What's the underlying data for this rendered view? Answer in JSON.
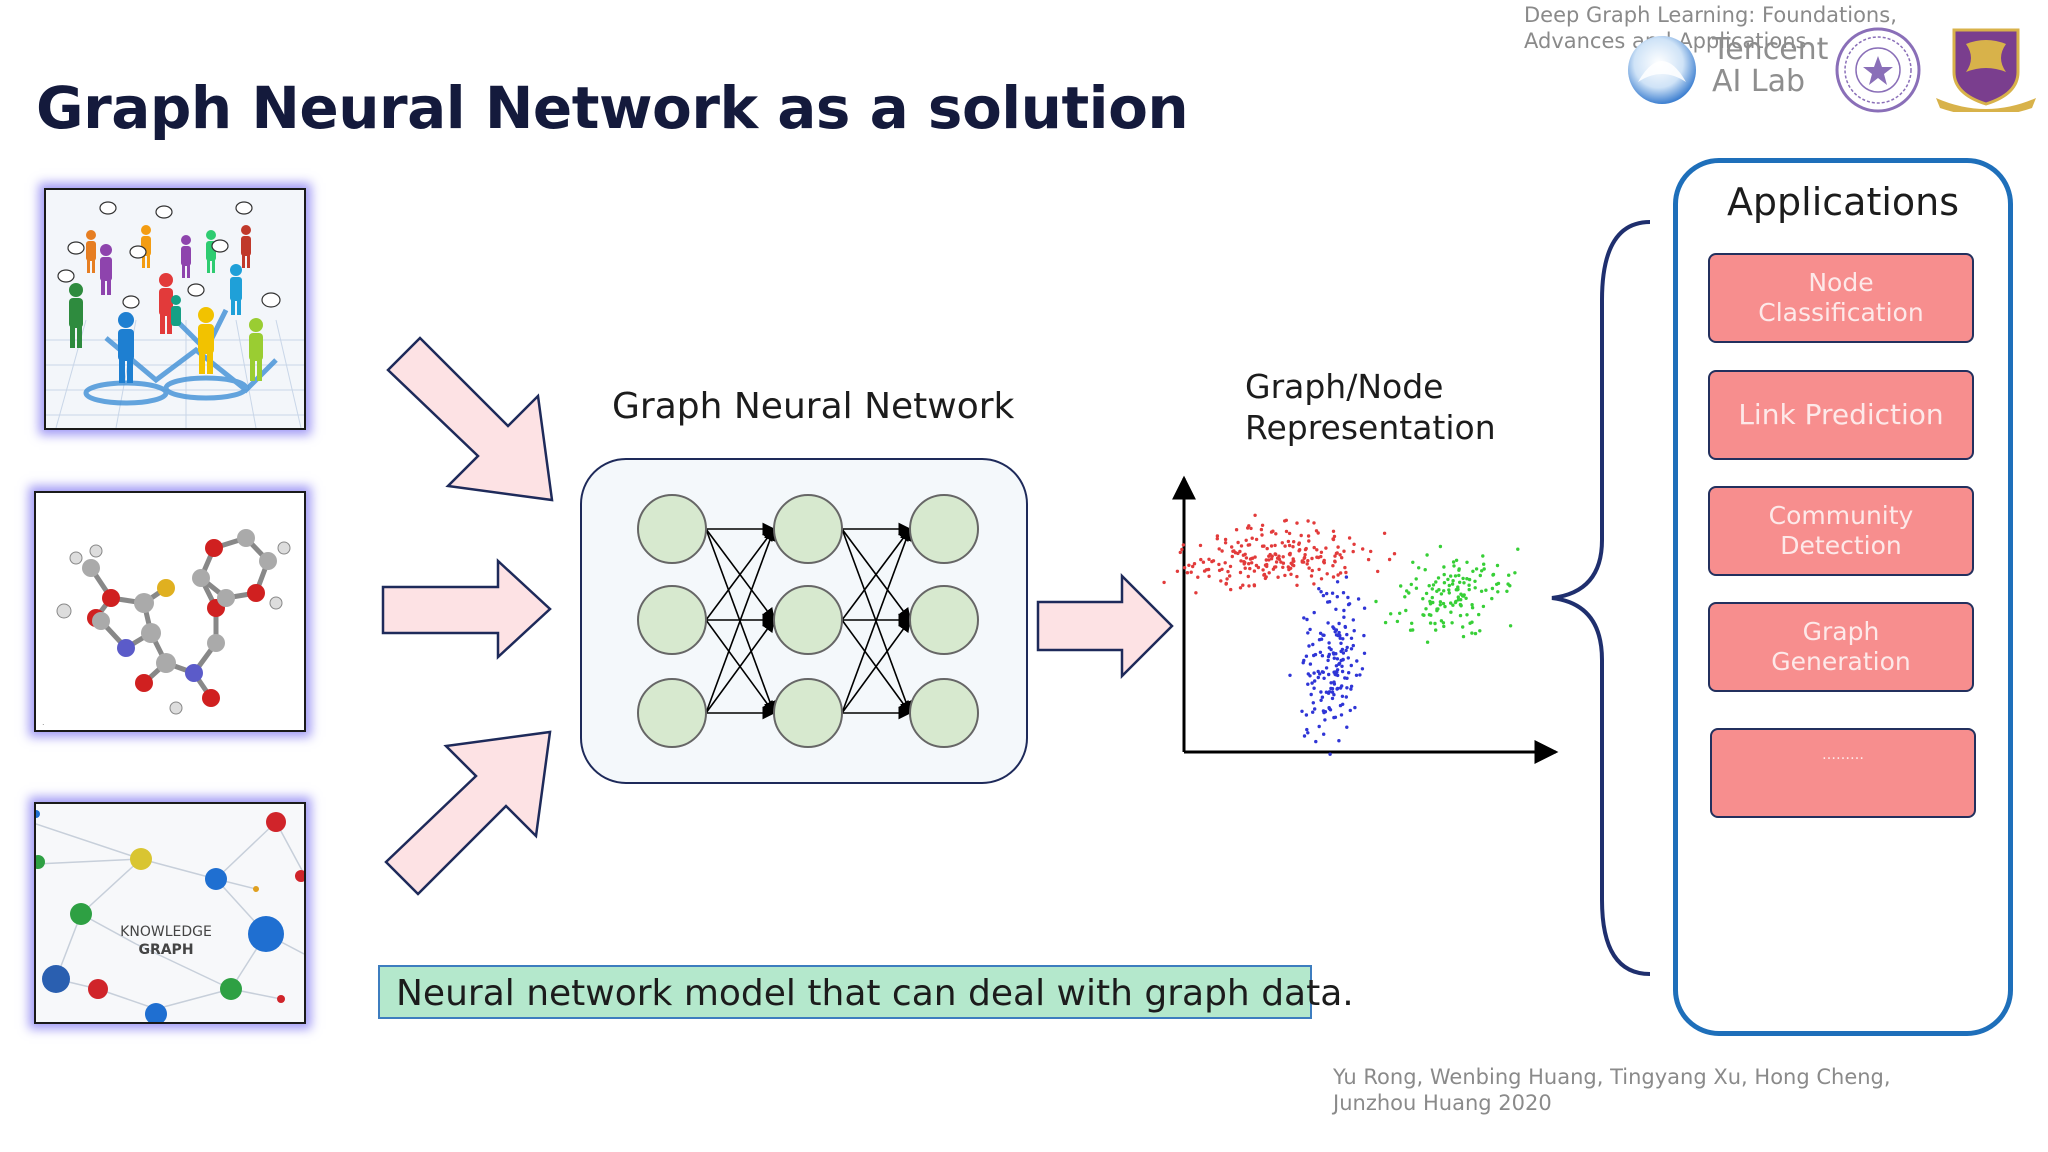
{
  "header": {
    "course_title": "Deep Graph Learning: Foundations, Advances and Applications",
    "logos": {
      "tencent": {
        "icon": "tencent-ai-lab-logo",
        "text_line1": "Tencent",
        "text_line2": "AI Lab"
      },
      "tsinghua": {
        "icon": "tsinghua-university-seal"
      },
      "cuhk": {
        "icon": "cuhk-crest"
      }
    }
  },
  "slide": {
    "title": "Graph Neural Network as a solution"
  },
  "inputs": {
    "social": {
      "icon": "social-network-illustration"
    },
    "molecule": {
      "icon": "molecule-3d-illustration"
    },
    "knowledge_graph": {
      "icon": "knowledge-graph-illustration",
      "label_line1": "KNOWLEDGE",
      "label_line2": "GRAPH"
    }
  },
  "gnn": {
    "label": "Graph Neural Network",
    "layers": 3,
    "nodes_per_layer": 3,
    "colors": {
      "node_fill": "#d7e9cf",
      "node_stroke": "#666666",
      "box_bg": "#f4f8fb",
      "box_border": "#1e2a5a",
      "arrow_fill": "#fde2e4",
      "arrow_stroke": "#1e2a5a"
    }
  },
  "representation": {
    "label_line1": "Graph/Node",
    "label_line2": "Representation",
    "clusters": [
      {
        "color": "#e23b3b",
        "count": 220
      },
      {
        "color": "#37cf37",
        "count": 140
      },
      {
        "color": "#2f35d6",
        "count": 170
      }
    ]
  },
  "caption": "Neural network model that can deal with graph data.",
  "applications": {
    "title": "Applications",
    "items": [
      "Node\nClassification",
      "Link Prediction",
      "Community\nDetection",
      "Graph\nGeneration",
      "………"
    ],
    "colors": {
      "panel_border": "#1e6fba",
      "button_fill": "#f78e8e",
      "button_text": "#fde9e9",
      "brace": "#1f2f6e"
    }
  },
  "footer": {
    "authors": "Yu Rong, Wenbing Huang, Tingyang Xu, Hong Cheng, Junzhou Huang 2020"
  }
}
